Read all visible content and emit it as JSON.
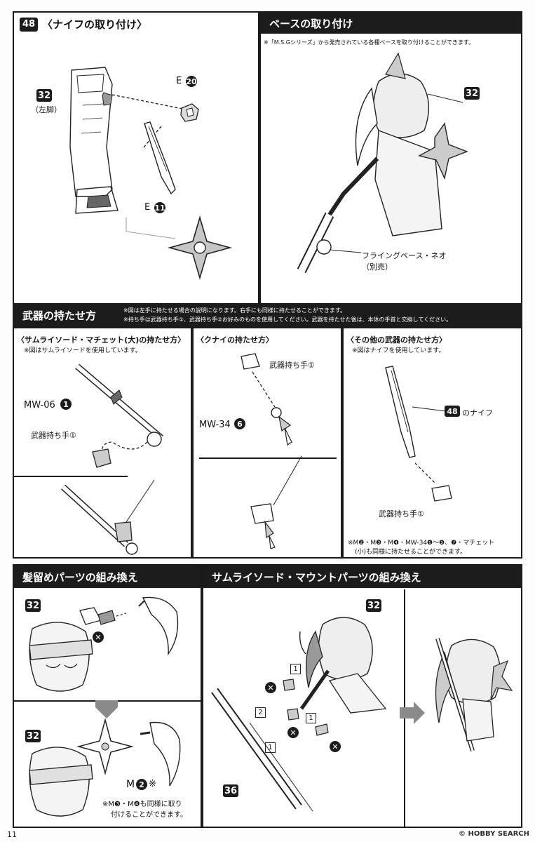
{
  "page_number": "11",
  "watermark": "© HOBBY SEARCH",
  "knife": {
    "step": "48",
    "title": "〈ナイフの取り付け〉",
    "part_32": "32",
    "left_leg": "（左脚）",
    "e_label_1": "E",
    "e_num_1": "20",
    "e_label_2": "E",
    "e_num_2": "11"
  },
  "base": {
    "title": "ベースの取り付け",
    "note": "※「M.S.Gシリーズ」から発売されている各種ベースを取り付けることができます。",
    "part_32": "32",
    "flying_base": "フライングベース・ネオ",
    "sold_separately": "（別売）"
  },
  "weapon_hold": {
    "title": "武器の持たせ方",
    "note_1": "※図は左手に持たせる場合の説明になります。右手にも同様に持たせることができます。",
    "note_2": "※持ち手は武器持ち手①、武器持ち手②お好みのものを使用してください。武器を持たせた後は、本体の手首と交換してください。"
  },
  "samurai": {
    "title": "〈サムライソード・マチェット(大)の持たせ方〉",
    "note": "※図はサムライソードを使用しています。",
    "part_label": "MW-06",
    "part_num": "1",
    "hand_label": "武器持ち手①"
  },
  "kunai": {
    "title": "〈クナイの持たせ方〉",
    "hand_label": "武器持ち手①",
    "part_label": "MW-34",
    "part_num": "6"
  },
  "other": {
    "title": "〈その他の武器の持たせ方〉",
    "note": "※図はナイフを使用しています。",
    "knife_num": "48",
    "knife_label": "のナイフ",
    "hand_label": "武器持ち手①",
    "bottom_note_1": "※M❷・M❸・M❹・MW-34❶〜❺、❼・マチェット",
    "bottom_note_2": "(小)も同様に持たせることができます。"
  },
  "hair": {
    "title": "髪留めパーツの組み換え",
    "part_32a": "32",
    "part_32b": "32",
    "m_label": "M",
    "m_num": "2",
    "m_mark": "※",
    "note_1": "※M❸・M❹も同様に取り",
    "note_2": "付けることができます。"
  },
  "mount": {
    "title": "サムライソード・マウントパーツの組み換え",
    "part_32": "32",
    "part_36": "36",
    "box_1a": "1",
    "box_2": "2",
    "box_1b": "1",
    "box_1c": "1"
  },
  "colors": {
    "bar": "#1c1c1c",
    "line": "#1a1a1a",
    "gray_part": "#b8b8b8"
  }
}
